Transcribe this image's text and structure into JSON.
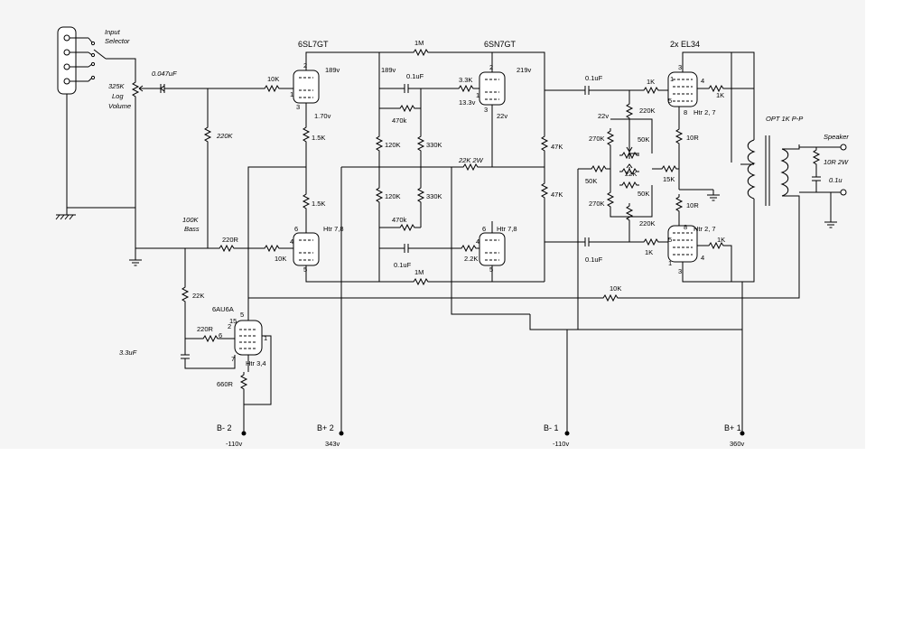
{
  "tubes": {
    "v1": "6SL7GT",
    "v2": "6SN7GT",
    "v3": "2x EL34",
    "v4": "6AU6A"
  },
  "labels": {
    "input_selector": "Input Selector",
    "input_selector_line1": "Input",
    "input_selector_line2": "Selector",
    "vol_value": "325K",
    "vol_line1": "Log",
    "vol_line2": "Volume",
    "c_input": "0.047uF",
    "r_10k_a": "10K",
    "r_220k_a": "220K",
    "r_100k_bass_1": "100K",
    "r_100k_bass_2": "Bass",
    "r_220r_a": "220R",
    "r_10k_b": "10K",
    "r_15k_a": "1.5K",
    "r_15k_b": "1.5K",
    "r_1m_top": "1M",
    "r_1m_bot": "1M",
    "r_470k_a": "470k",
    "r_470k_b": "470k",
    "r_120k_a": "120K",
    "r_120k_b": "120K",
    "r_330k_a": "330K",
    "r_330k_b": "330K",
    "c_01_a": "0.1uF",
    "c_01_b": "0.1uF",
    "r_33k": "3.3K",
    "r_22k_2w": "22K 2W",
    "r_22k_b": "2.2K",
    "r_47k_a": "47K",
    "r_47k_b": "47K",
    "c_01_c": "0.1uF",
    "c_01_d": "0.1uF",
    "r_1k_a": "1K",
    "r_1k_b": "1K",
    "r_1k_c": "1K",
    "r_1k_d": "1K",
    "r_220k_b": "220K",
    "r_220k_c": "220K",
    "r_270k_a": "270K",
    "r_270k_b": "270K",
    "r_50k_a": "50K",
    "r_50k_b": "50K",
    "r_50k_c": "50K",
    "r_22k_c": "22K",
    "r_15k_c": "15K",
    "r_10r_a": "10R",
    "r_10r_b": "10R",
    "r_10k_fb": "10K",
    "r_22k_d": "22K",
    "r_220r_b": "220R",
    "c_33": "3.3uF",
    "r_660r": "660R",
    "opt": "OPT 1K P-P",
    "speaker": "Speaker",
    "r_10r_2w": "10R 2W",
    "c_01u": "0.1u",
    "htr_78_a": "Htr 7,8",
    "htr_78_b": "Htr 7,8",
    "htr_27_a": "Htr 2, 7",
    "htr_27_b": "Htr 2, 7",
    "htr_34": "Htr 3,4"
  },
  "voltages": {
    "v1_plate": "189v",
    "v1_cathode": "1.70v",
    "v2_plate_a": "189v",
    "v2_plate_b": "219v",
    "v2_cathode": "13.3v",
    "v2_k2": "22v",
    "pi_22v": "22v"
  },
  "pins": {
    "p1": "1",
    "p2": "2",
    "p3": "3",
    "p4": "4",
    "p5": "5",
    "p6": "6",
    "p7": "7",
    "p8": "8",
    "p15": "15"
  },
  "supplies": [
    {
      "name": "B- 2",
      "value": "-110v"
    },
    {
      "name": "B+ 2",
      "value": "343v"
    },
    {
      "name": "B- 1",
      "value": "-110v"
    },
    {
      "name": "B+ 1",
      "value": "360v"
    }
  ]
}
